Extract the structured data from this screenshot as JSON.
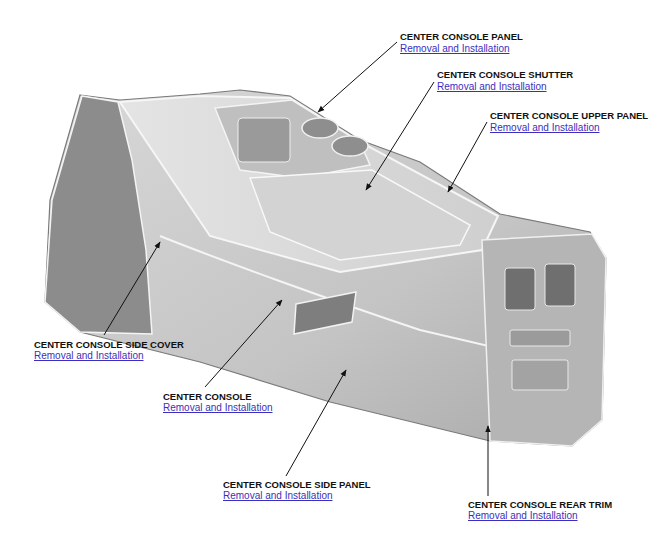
{
  "diagram": {
    "labels": [
      "CENTER CONSOLE PANEL",
      "Removal and Installation",
      "CENTER CONSOLE SHUTTER",
      "Removal and Installation",
      "CENTER CONSOLE UPPER PANEL",
      "Removal and Installation",
      "CENTER CONSOLE SIDE COVER",
      "Removal and Installation",
      "CENTER CONSOLE",
      "Removal and Installation",
      "CENTER CONSOLE SIDE PANEL",
      "Removal and Installation",
      "CENTER CONSOLE REAR TRIM",
      "Removal and Installation"
    ]
  }
}
